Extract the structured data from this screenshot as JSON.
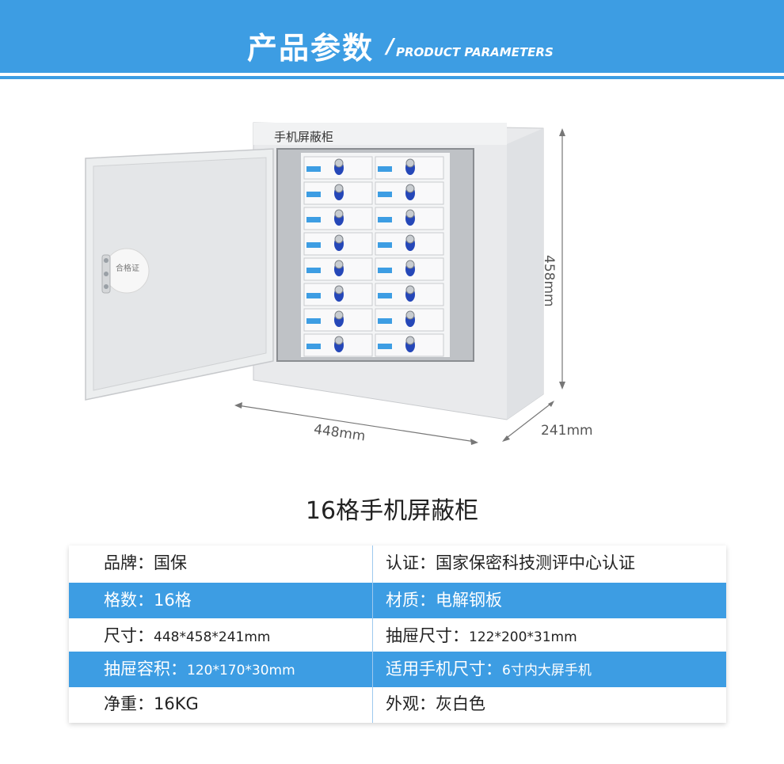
{
  "banner": {
    "title": "产品参数",
    "slash": "/",
    "subtitle": "PRODUCT PARAMETERS"
  },
  "cabinet": {
    "label": "手机屏蔽柜",
    "cert": "合格证",
    "height_label": "458mm",
    "width_label": "448mm",
    "depth_label": "241mm"
  },
  "product_title": "16格手机屏蔽柜",
  "specs": [
    {
      "left_key": "品牌：",
      "left_val": "国保",
      "right_key": "认证：",
      "right_val": "国家保密科技测评中心认证"
    },
    {
      "left_key": "格数：",
      "left_val": "16格",
      "right_key": "材质：",
      "right_val": "电解钢板"
    },
    {
      "left_key": "尺寸：",
      "left_val": "448*458*241mm",
      "right_key": "抽屉尺寸：",
      "right_val": "122*200*31mm"
    },
    {
      "left_key": "抽屉容积：",
      "left_val": "120*170*30mm",
      "right_key": "适用手机尺寸：",
      "right_val": "6寸内大屏手机"
    },
    {
      "left_key": "净重：",
      "left_val": "16KG",
      "right_key": "外观：",
      "right_val": "灰白色"
    }
  ],
  "colors": {
    "accent": "#3d9de3"
  }
}
